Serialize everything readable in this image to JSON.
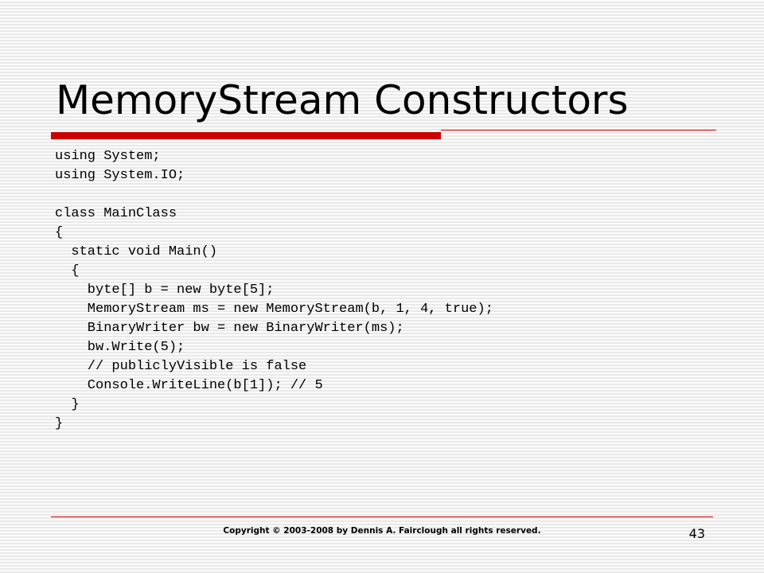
{
  "slide": {
    "title": "MemoryStream Constructors",
    "code_lines": [
      "using System;",
      "using System.IO;",
      "",
      "class MainClass",
      "{",
      "  static void Main()",
      "  {",
      "    byte[] b = new byte[5];",
      "    MemoryStream ms = new MemoryStream(b, 1, 4, true);",
      "    BinaryWriter bw = new BinaryWriter(ms);",
      "    bw.Write(5);",
      "    // publiclyVisible is false",
      "    Console.WriteLine(b[1]); // 5",
      "  }",
      "}"
    ],
    "footer": "Copyright © 2003-2008 by Dennis A. Fairclough all rights reserved.",
    "page_number": "43"
  },
  "colors": {
    "accent": "#cc0000",
    "rule": "#cc0000",
    "text": "#000000"
  }
}
